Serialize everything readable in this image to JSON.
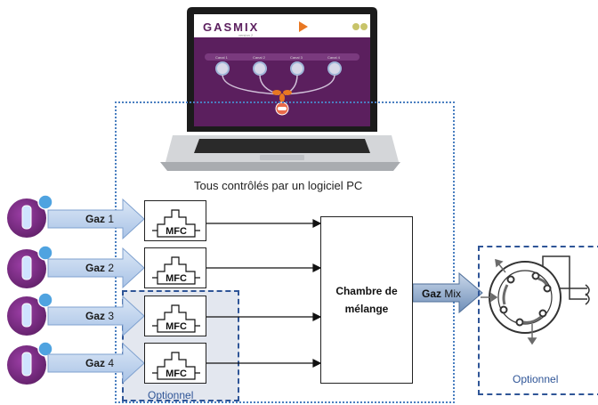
{
  "laptop": {
    "screen_logo": "GASMIX",
    "screen_subtitle": "version 2",
    "screen_channels": [
      "Canal 1",
      "Canal 2",
      "Canal 3",
      "Canal 4"
    ]
  },
  "caption": "Tous contrôlés par un logiciel PC",
  "gases": [
    {
      "label": "Gaz",
      "number": "1",
      "mfc": "MFC"
    },
    {
      "label": "Gaz",
      "number": "2",
      "mfc": "MFC"
    },
    {
      "label": "Gaz",
      "number": "3",
      "mfc": "MFC"
    },
    {
      "label": "Gaz",
      "number": "4",
      "mfc": "MFC"
    }
  ],
  "chamber": {
    "line1": "Chambre de",
    "line2": "mélange"
  },
  "output": {
    "label_bold": "Gaz",
    "label_rest": " Mix"
  },
  "optional": {
    "mfc_label": "Optionnel",
    "valve_label": "Optionnel"
  },
  "colors": {
    "dotted_border": "#4a7fc0",
    "dashed_border": "#2f5597",
    "arrow_fill": "#b9d0ec",
    "laptop_screen": "#5b1f5e",
    "bottle_purple": "#7b2a84"
  }
}
